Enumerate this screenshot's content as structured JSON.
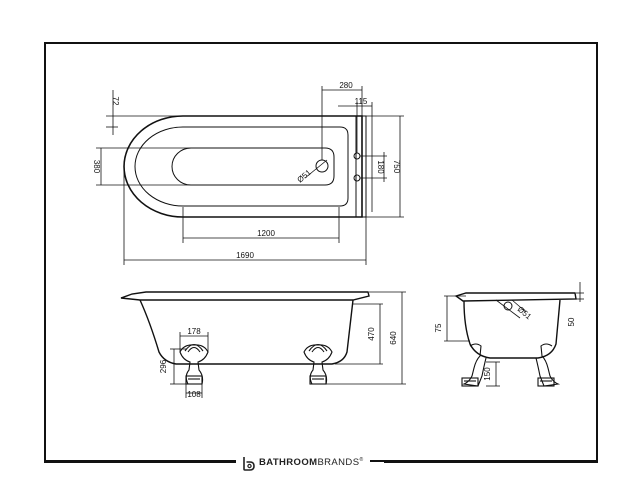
{
  "plan_view": {
    "dims": {
      "overflow_depth": "72",
      "width_inner": "380",
      "tap_zone": "280",
      "tap_offset": "115",
      "tap_spacing": "180",
      "overall_width": "750",
      "inner_length": "1200",
      "overall_length": "1690",
      "waste_diameter": "Ø51"
    }
  },
  "side_view": {
    "dims": {
      "foot_width": "178",
      "foot_height": "296",
      "foot_base": "108",
      "rim_height": "470",
      "overall_height": "640"
    }
  },
  "end_view": {
    "dims": {
      "rim_depth": "75",
      "waste_diameter": "Ø51",
      "rim_thickness": "50",
      "foot_height": "150"
    }
  },
  "brand": {
    "name_bold": "BATHROOM",
    "name_light": "BRANDS",
    "mark": "®"
  },
  "colors": {
    "line": "#111111",
    "background": "#ffffff"
  }
}
